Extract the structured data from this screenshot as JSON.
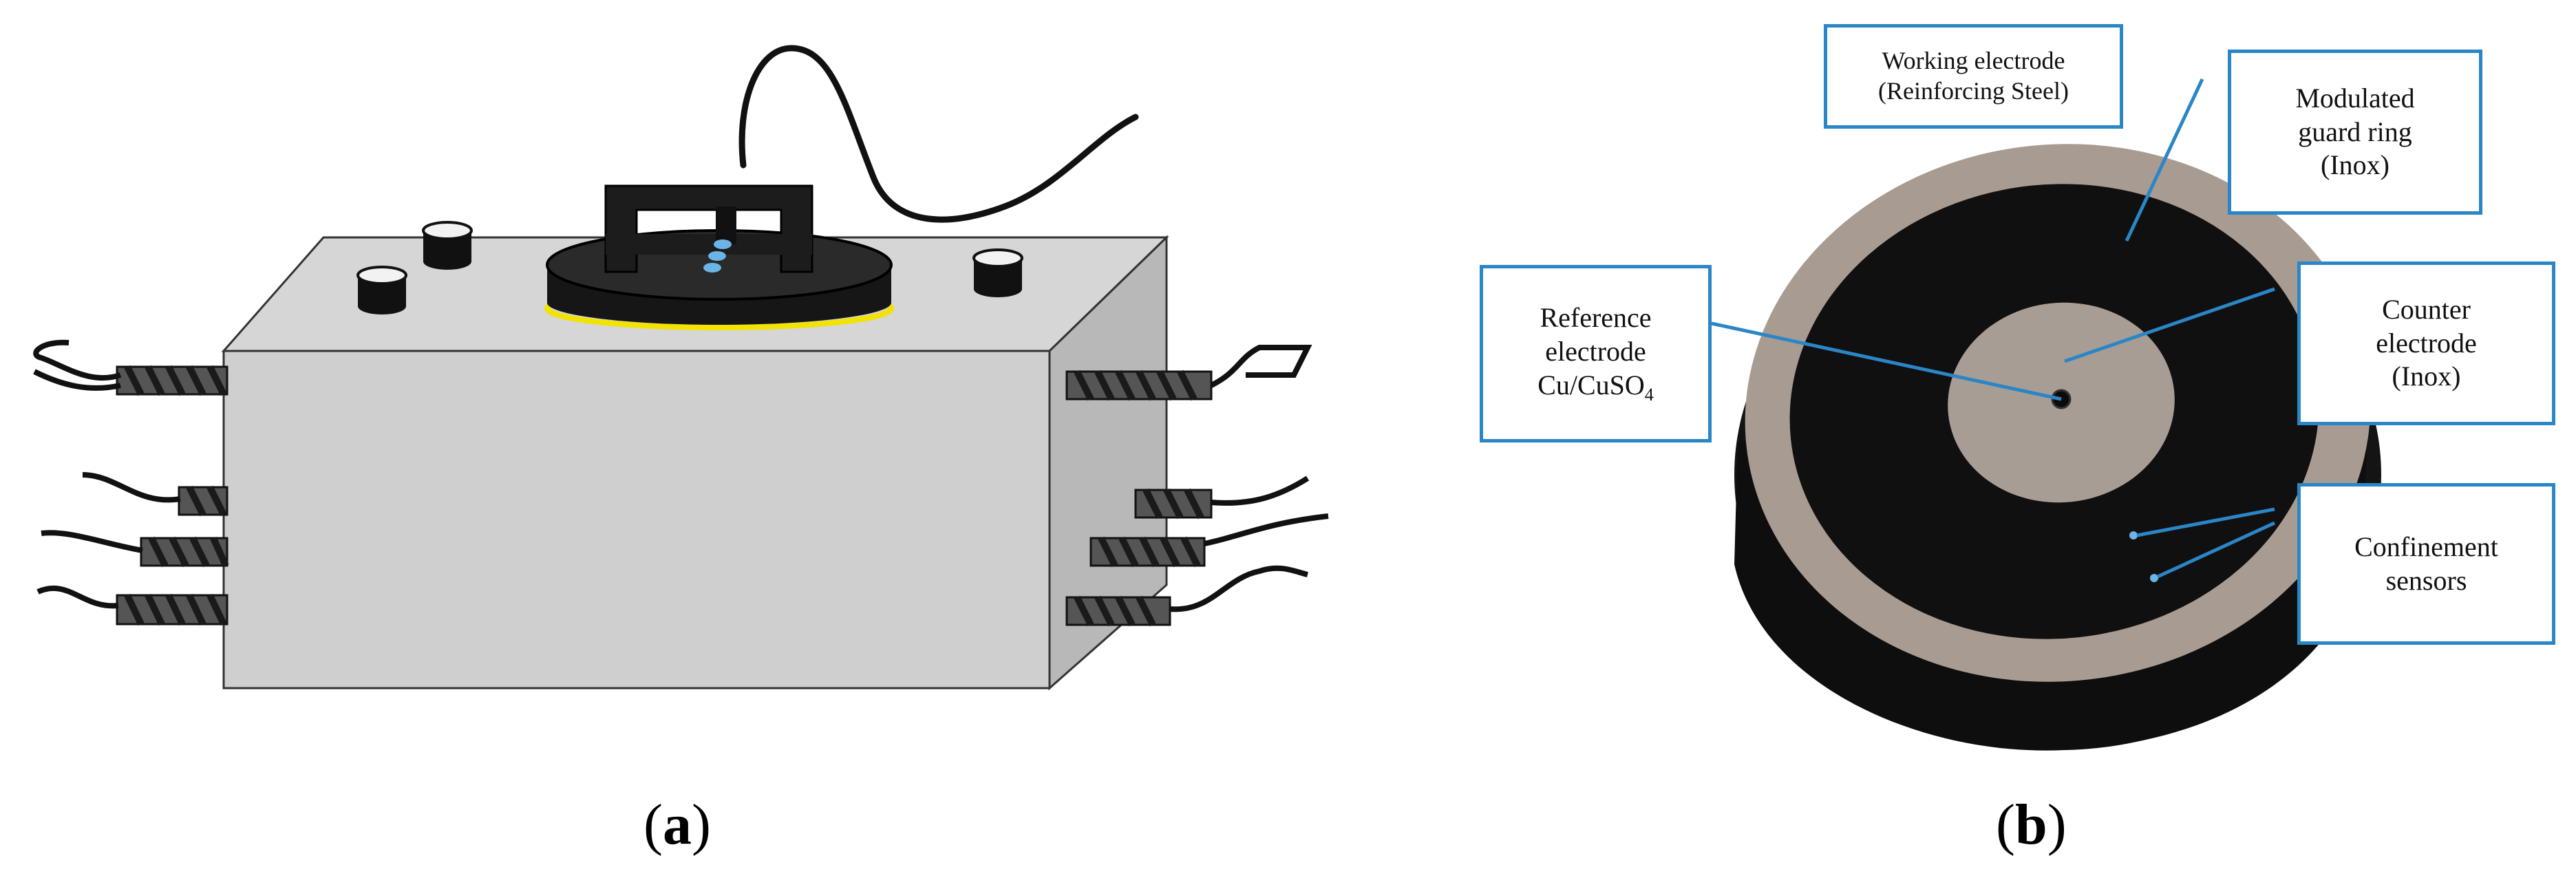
{
  "panel_a": {
    "caption_open": "(",
    "caption_letter": "a",
    "caption_close": ")"
  },
  "panel_b": {
    "caption_open": "(",
    "caption_letter": "b",
    "caption_close": ")",
    "labels": {
      "working": [
        "Working electrode",
        "(Reinforcing Steel)"
      ],
      "guard": [
        "Modulated",
        "guard ring",
        "(Inox)"
      ],
      "reference": [
        "Reference",
        "electrode",
        "Cu/CuSO",
        "4"
      ],
      "counter": [
        "Counter",
        "electrode",
        "(Inox)"
      ],
      "confinement": [
        "Confinement",
        "sensors"
      ]
    }
  },
  "colors": {
    "callout_border": "#2a86c6",
    "leader_line": "#2a86c6",
    "concrete_block": "#cfcfcf",
    "sensor_body": "#1a1a1a",
    "sensor_ring": "#a89c92",
    "gasket": "#f2e300",
    "sensor_dots": "#6ab4e6"
  }
}
